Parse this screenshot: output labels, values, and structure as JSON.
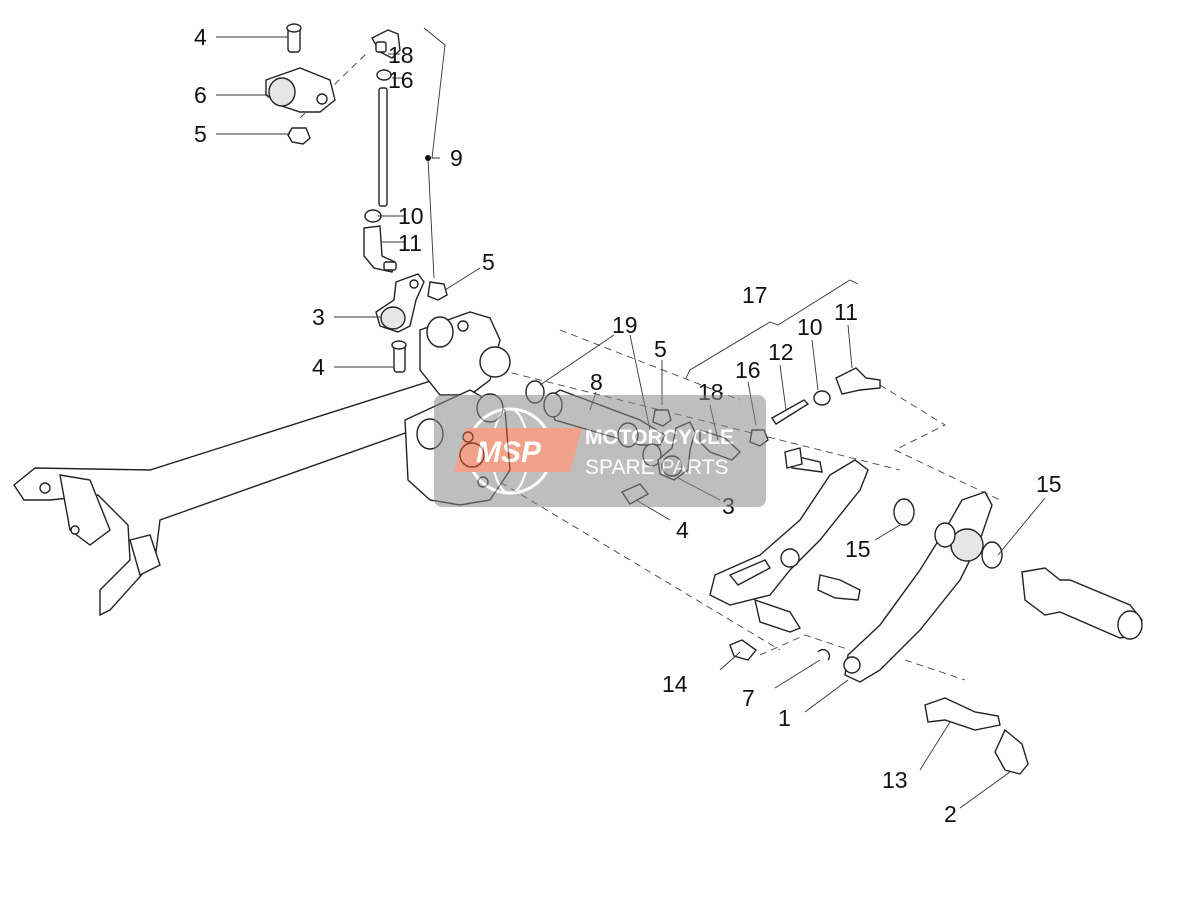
{
  "diagram": {
    "callouts": [
      {
        "label": "4"
      },
      {
        "label": "6"
      },
      {
        "label": "5"
      },
      {
        "label": "18"
      },
      {
        "label": "16"
      },
      {
        "label": "9"
      },
      {
        "label": "10"
      },
      {
        "label": "11"
      },
      {
        "label": "5"
      },
      {
        "label": "3"
      },
      {
        "label": "4"
      },
      {
        "label": "17"
      },
      {
        "label": "19"
      },
      {
        "label": "5"
      },
      {
        "label": "8"
      },
      {
        "label": "18"
      },
      {
        "label": "16"
      },
      {
        "label": "12"
      },
      {
        "label": "10"
      },
      {
        "label": "11"
      },
      {
        "label": "3"
      },
      {
        "label": "4"
      },
      {
        "label": "15"
      },
      {
        "label": "15"
      },
      {
        "label": "14"
      },
      {
        "label": "7"
      },
      {
        "label": "1"
      },
      {
        "label": "13"
      },
      {
        "label": "2"
      }
    ]
  },
  "watermark": {
    "brand": "MSP",
    "line1": "MOTORCYCLE",
    "line2": "SPARE PARTS"
  },
  "colors": {
    "line": "#222222",
    "watermark_box": "#8a8a8a",
    "watermark_logo": "#e4572e"
  }
}
